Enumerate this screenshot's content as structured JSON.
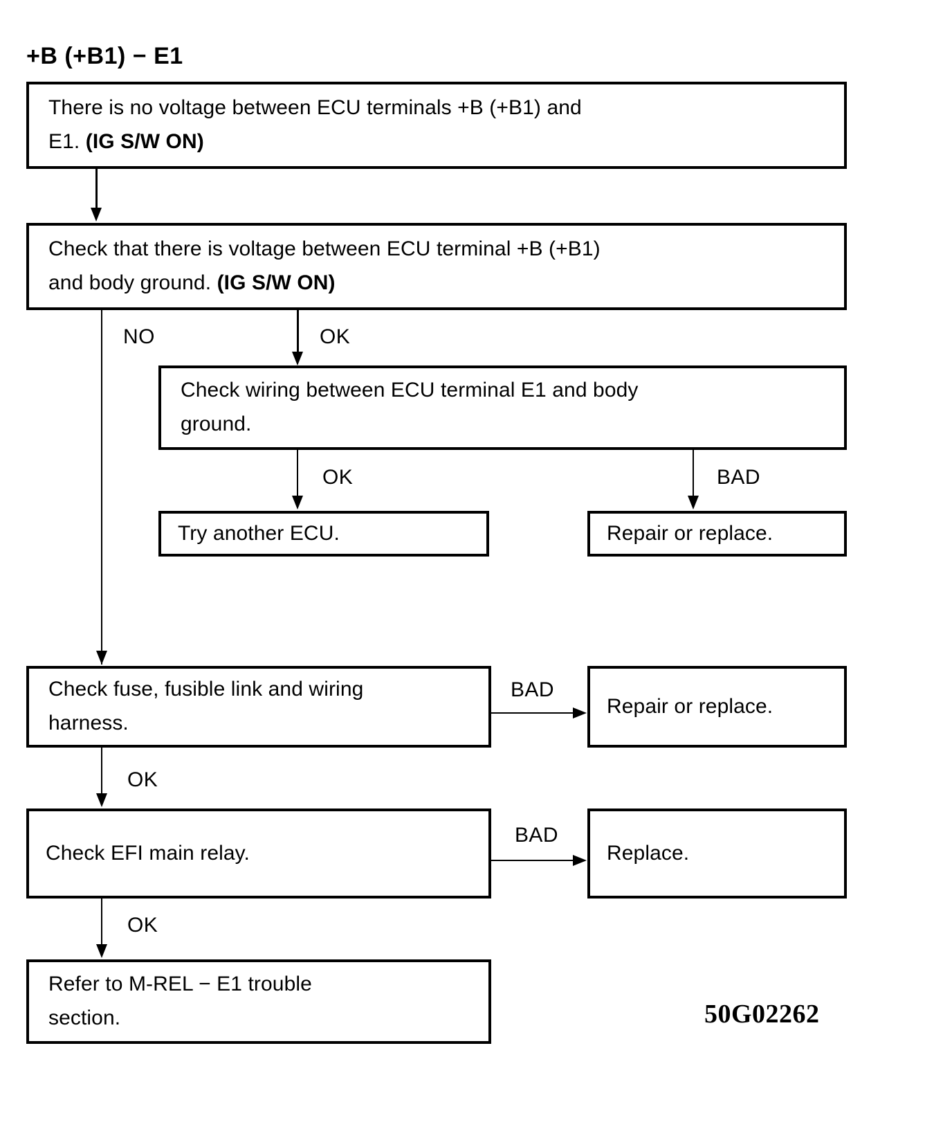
{
  "title": "+B (+B1) − E1",
  "figure_code": "50G02262",
  "nodes": {
    "symptom": {
      "line1": "There is no voltage between ECU terminals +B (+B1) and",
      "line2_plain": "E1. ",
      "line2_bold": "(IG S/W ON)"
    },
    "check_voltage": {
      "line1": "Check that there is voltage between ECU terminal +B (+B1)",
      "line2_plain": "and body ground. ",
      "line2_bold": "(IG S/W ON)"
    },
    "check_wiring": {
      "line1": "Check wiring between ECU terminal E1 and body",
      "line2": "ground."
    },
    "try_another_ecu": {
      "text": "Try another ECU."
    },
    "repair_or_replace_1": {
      "text": "Repair or replace."
    },
    "check_fuse": {
      "line1": "Check fuse, fusible link and wiring",
      "line2": "harness."
    },
    "repair_or_replace_2": {
      "text": "Repair or replace."
    },
    "check_efi_relay": {
      "text": "Check EFI main relay."
    },
    "replace": {
      "text": "Replace."
    },
    "refer_mrel": {
      "line1": "Refer to M-REL − E1 trouble",
      "line2": "section."
    }
  },
  "edges": {
    "symptom_to_check_voltage": "",
    "check_voltage_no": "NO",
    "check_voltage_ok": "OK",
    "check_wiring_ok": "OK",
    "check_wiring_bad": "BAD",
    "check_fuse_bad": "BAD",
    "check_fuse_ok": "OK",
    "check_efi_bad": "BAD",
    "check_efi_ok": "OK"
  },
  "colors": {
    "ink": "#000000",
    "paper": "#ffffff"
  }
}
